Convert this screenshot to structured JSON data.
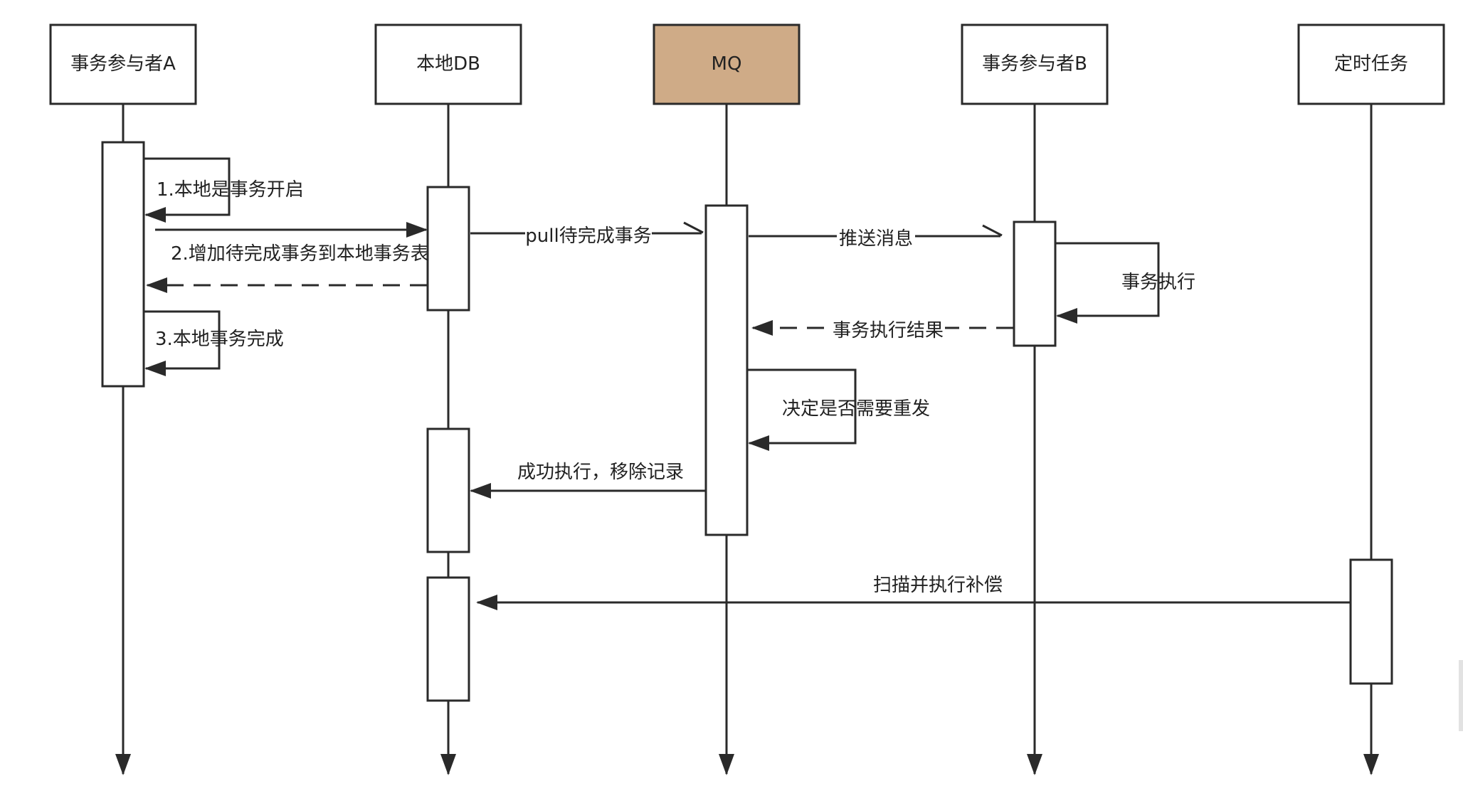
{
  "participants": [
    {
      "id": "A",
      "label": "事务参与者A",
      "fill": "#ffffff"
    },
    {
      "id": "DB",
      "label": "本地DB",
      "fill": "#ffffff"
    },
    {
      "id": "MQ",
      "label": "MQ",
      "fill": "#cfab87"
    },
    {
      "id": "B",
      "label": "事务参与者B",
      "fill": "#ffffff"
    },
    {
      "id": "T",
      "label": "定时任务",
      "fill": "#ffffff"
    }
  ],
  "messages": {
    "m1": "1.本地是事务开启",
    "m2": "2.增加待完成事务到本地事务表",
    "m3": "3.本地事务完成",
    "m4": "pull待完成事务",
    "m5": "推送消息",
    "m6": "事务执行",
    "m7": "事务执行结果",
    "m8": "决定是否需要重发",
    "m9": "成功执行，移除记录",
    "m10": "扫描并执行补偿"
  },
  "colors": {
    "line": "#2a2a2a",
    "mq_fill": "#cfab87",
    "background": "#ffffff"
  }
}
